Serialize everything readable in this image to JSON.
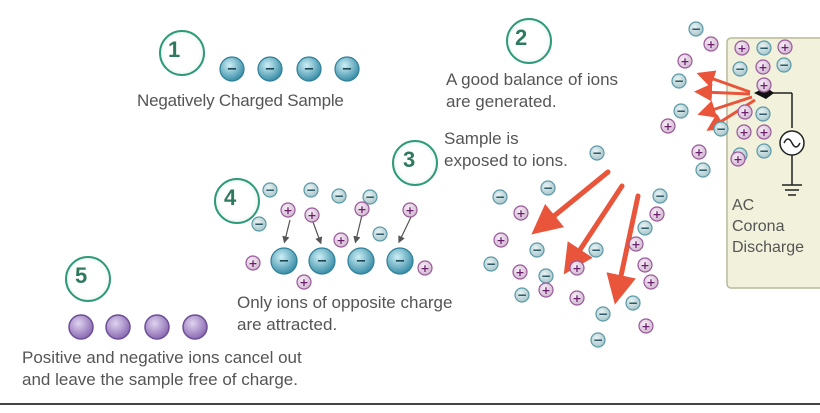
{
  "steps": [
    {
      "number": "1",
      "caption": "Negatively Charged Sample"
    },
    {
      "number": "2",
      "caption_lines": [
        "A good balance of ions",
        "are generated."
      ]
    },
    {
      "number": "3",
      "caption_lines": [
        "Sample is",
        "exposed to ions."
      ]
    },
    {
      "number": "4",
      "caption_lines": [
        "Only ions of opposite charge",
        "are attracted."
      ]
    },
    {
      "number": "5",
      "caption_lines": [
        "Positive and negative ions cancel out",
        "and leave the sample free of charge."
      ]
    }
  ],
  "corona": {
    "label_lines": [
      "AC",
      "Corona",
      "Discharge"
    ]
  },
  "symbols": {
    "negative": "−",
    "positive": "+"
  },
  "colors": {
    "step_ring": "#2f9a7a",
    "arrow": "#e8553a",
    "negative_ion": "#3a8ea8",
    "positive_ion": "#8a3a8a",
    "neutral_sample": "#8a6bb2"
  }
}
